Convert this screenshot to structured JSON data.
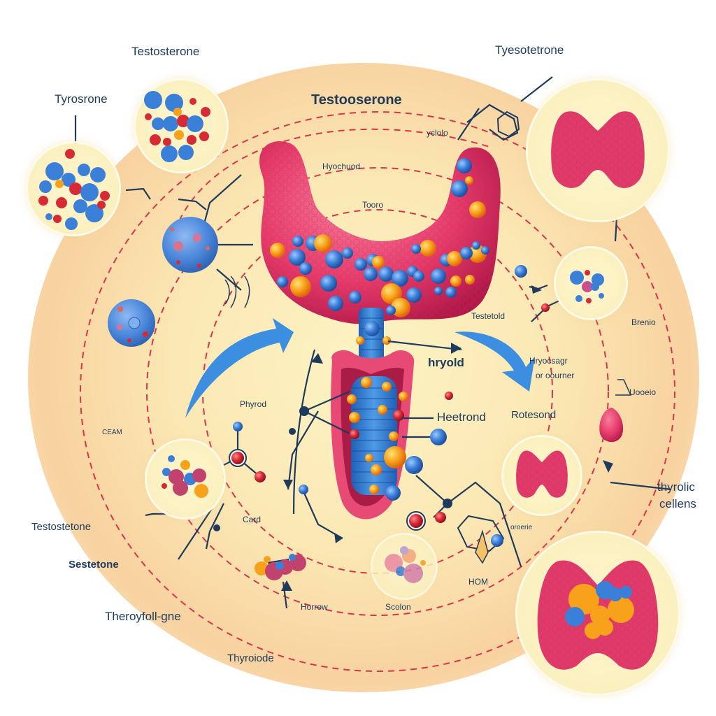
{
  "diagram": {
    "type": "scientific-illustration",
    "subject": "thyroid gland and hormone pathways",
    "colors": {
      "background_inner": "#fdf3c4",
      "background_outer_ring": "#f8d2a0",
      "dashed_orbit": "#d9344a",
      "thyroid_tissue": "#e83b6a",
      "molecule_blue": "#3a7fd8",
      "molecule_red": "#d82a35",
      "molecule_orange": "#f7a21a",
      "arrow_blue": "#3b8ee0",
      "label_text": "#1e3a5c"
    },
    "title": "Testooserone",
    "labels": {
      "top_left_1": "Testosterone",
      "top_left_2": "Tyrosrone",
      "top_right": "Tyesotetrone",
      "yclolo": "yclolo",
      "hyochyod": "Hyochuod",
      "tooro": "Tooro",
      "testetold": "Testetold",
      "brenio": "Brenio",
      "hryold": "hryold",
      "hryocsagr_line1": "Hryocsagr",
      "hryocsagr_line2": "or oourner",
      "uooeio": "Uooeio",
      "phyrod": "Phyrod",
      "heetrond": "Heetrond",
      "rotesond": "Rotesond",
      "ceam": "CEAM",
      "testostetone": "Testostetone",
      "sestetone": "Sestetone",
      "card": "Card",
      "oroerie": "oroerie",
      "hom": "HOM",
      "thyrolic_cellens_line1": "thyrolic",
      "thyrolic_cellens_line2": "cellens",
      "theroyfollgne": "Theroyfoll-gne",
      "horrow": "Horrow",
      "scolon": "Scolon",
      "thyroiode": "Thyroiode"
    }
  }
}
